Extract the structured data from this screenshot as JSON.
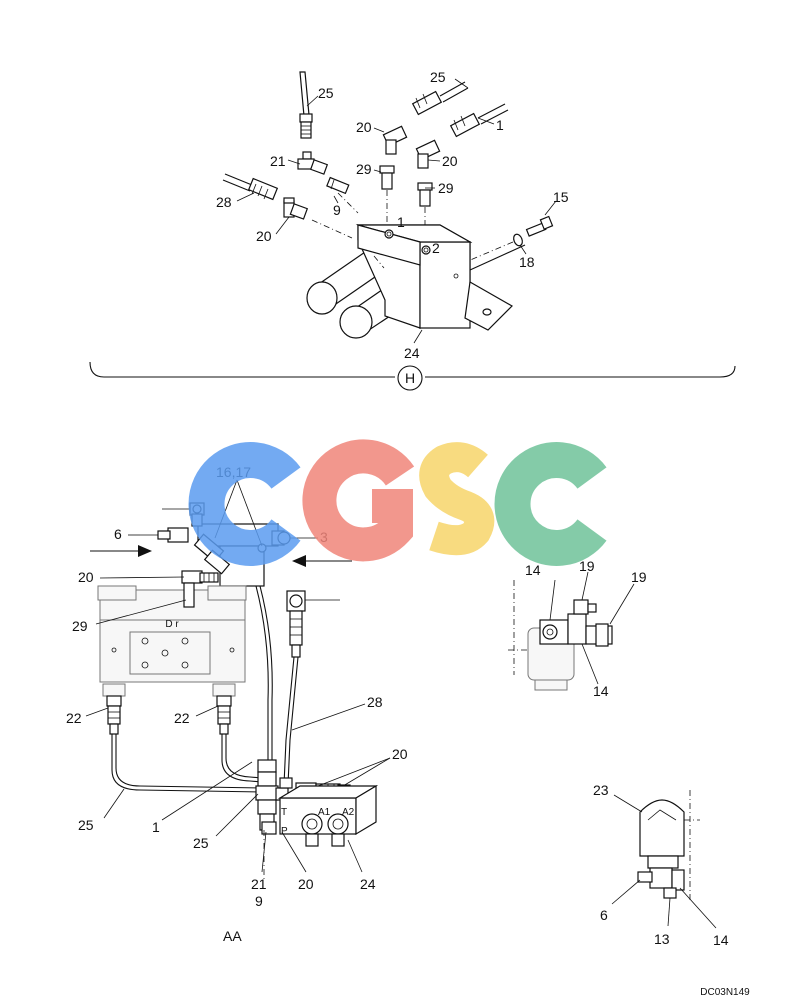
{
  "watermark": {
    "letters": [
      "C",
      "G",
      "S",
      "C"
    ],
    "colors": [
      "#5b9cf0",
      "#f0857a",
      "#f7d56a",
      "#6fc39a"
    ]
  },
  "view_h": {
    "marker": "H",
    "labels": {
      "p25a": "25",
      "p25b": "25",
      "p1": "1",
      "p20a": "20",
      "p20b": "20",
      "p20c": "20",
      "p21": "21",
      "p29a": "29",
      "p29b": "29",
      "p28": "28",
      "p9": "9",
      "port1": "1",
      "port2": "2",
      "p15": "15",
      "p18": "18",
      "p24": "24"
    }
  },
  "view_aa": {
    "caption": "AA",
    "block_text": "D r",
    "valve_ports": {
      "t": "T",
      "p": "P",
      "a1": "A1",
      "a2": "A2"
    },
    "labels": {
      "p1617": "16,17",
      "p6": "6",
      "p3": "3",
      "p20a": "20",
      "p29": "29",
      "p22a": "22",
      "p22b": "22",
      "p28": "28",
      "p20b": "20",
      "p25a": "25",
      "p1": "1",
      "p25b": "25",
      "p21": "21",
      "p9": "9",
      "p20c": "20",
      "p24": "24"
    }
  },
  "detail_top": {
    "labels": {
      "p14a": "14",
      "p19a": "19",
      "p19b": "19",
      "p14b": "14"
    }
  },
  "detail_bottom": {
    "labels": {
      "p23": "23",
      "p6": "6",
      "p13": "13",
      "p14": "14"
    }
  },
  "drawing_code": "DC03N149"
}
